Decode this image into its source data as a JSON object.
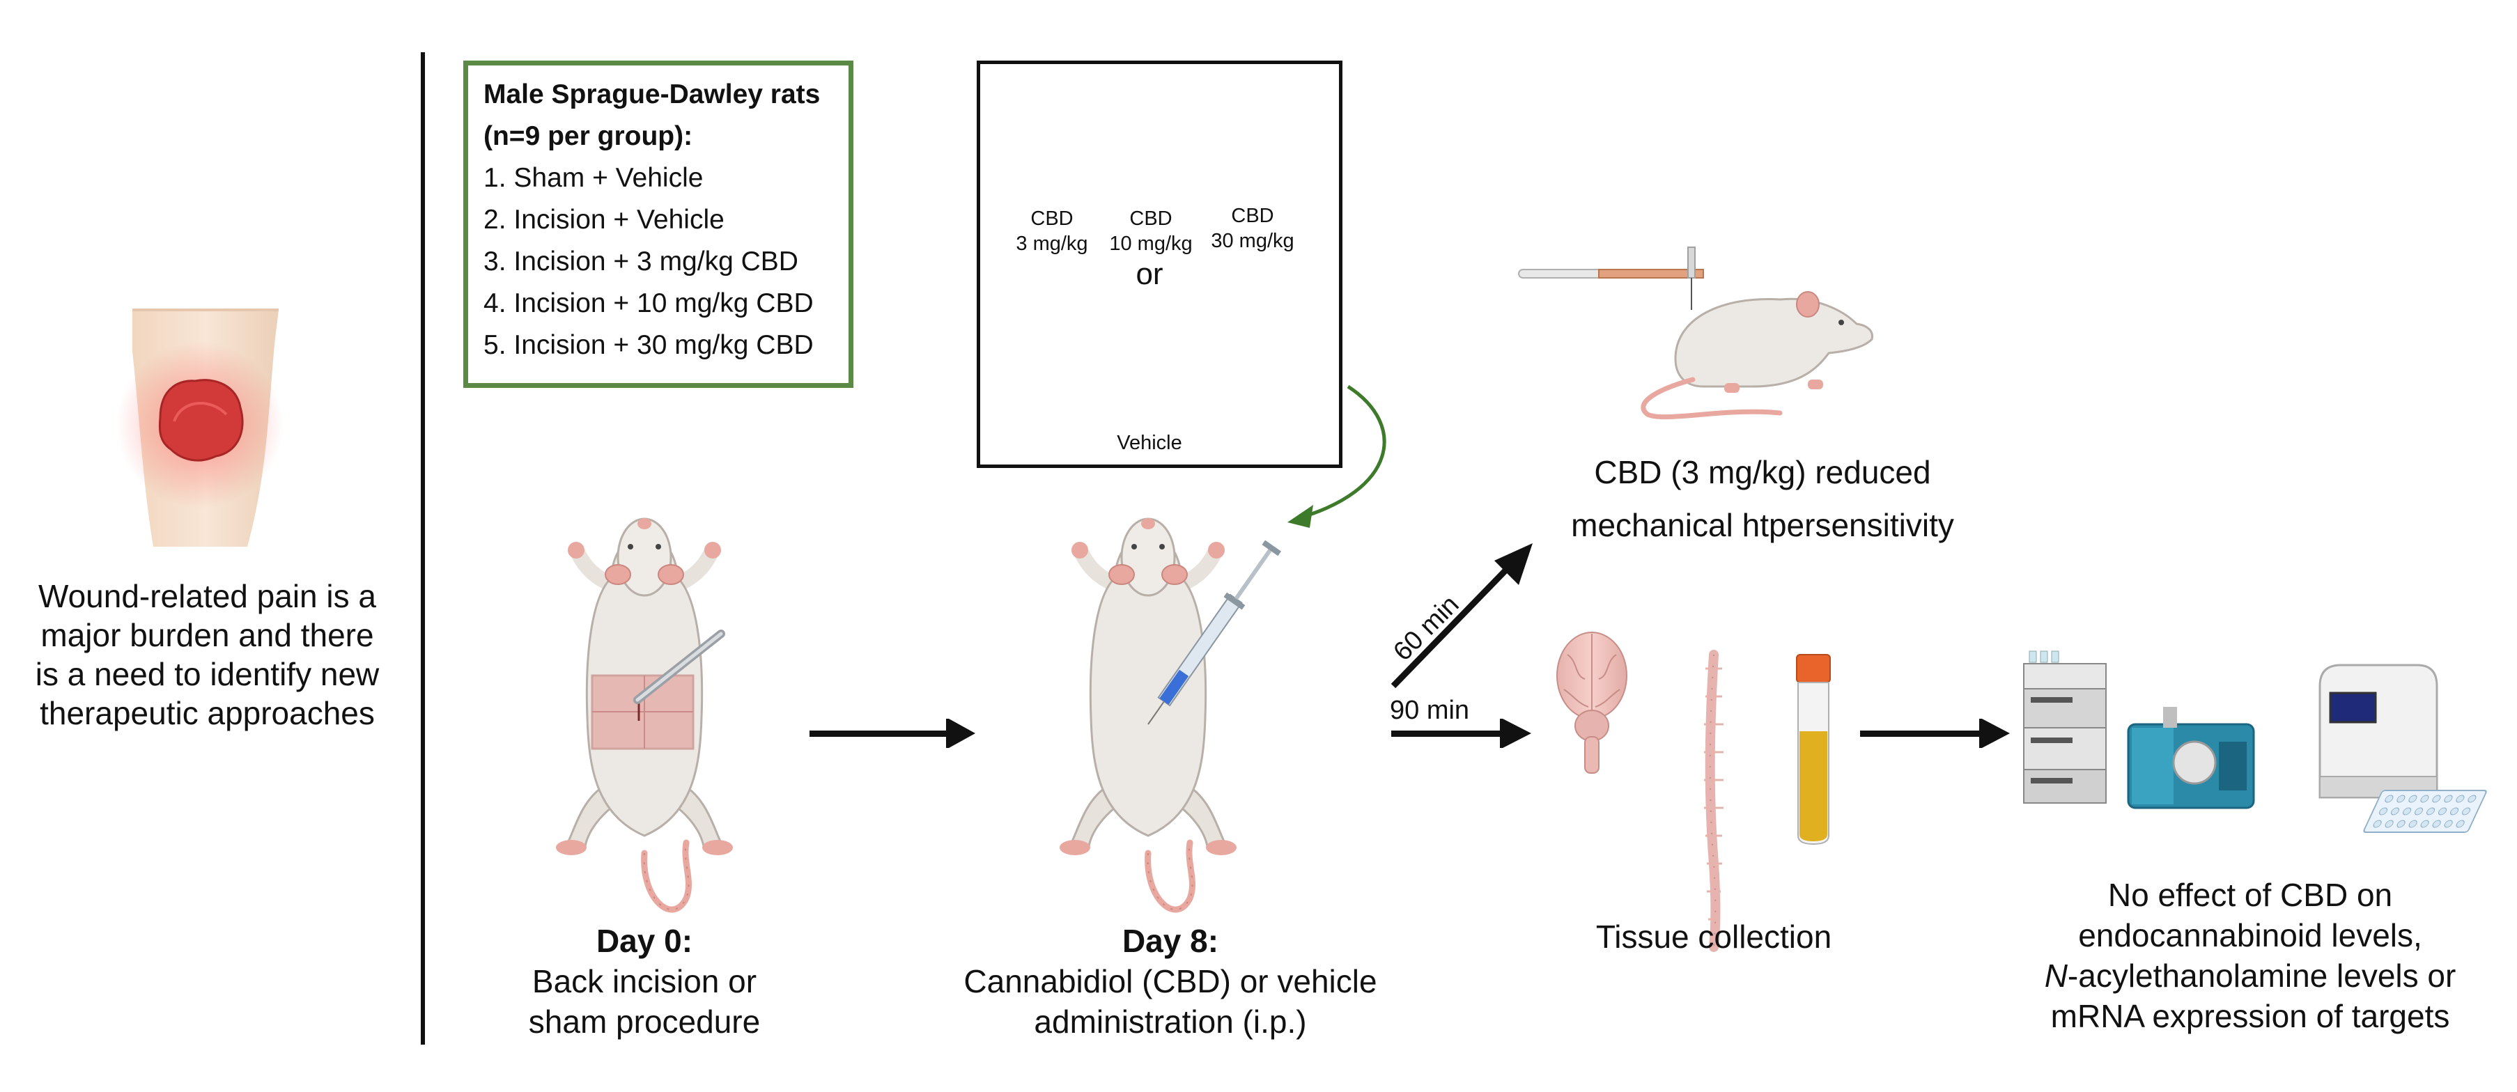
{
  "intro": {
    "text_lines": [
      "Wound-related pain is a",
      "major burden and there",
      "is a need to identify new",
      "therapeutic approaches"
    ]
  },
  "groups": {
    "title_line1": "Male Sprague-Dawley rats",
    "title_line2": "(n=9 per group):",
    "items": [
      "1. Sham + Vehicle",
      "2. Incision + Vehicle",
      "3. Incision + 3 mg/kg CBD",
      "4. Incision + 10 mg/kg CBD",
      "5. Incision + 30 mg/kg CBD"
    ]
  },
  "treatments": {
    "bottles": [
      {
        "name": "CBD",
        "dose": "3 mg/kg"
      },
      {
        "name": "CBD",
        "dose": "10 mg/kg"
      },
      {
        "name": "CBD",
        "dose": "30 mg/kg"
      }
    ],
    "or_label": "or",
    "vehicle_label": "Vehicle"
  },
  "day0": {
    "title": "Day 0:",
    "line1": "Back incision or",
    "line2": "sham procedure"
  },
  "day8": {
    "title": "Day 8:",
    "line1": "Cannabidiol (CBD) or vehicle",
    "line2": "administration (i.p.)"
  },
  "behavior": {
    "time_label": "60 min",
    "result_line1": "CBD (3 mg/kg) reduced",
    "result_line2": "mechanical htpersensitivity"
  },
  "tissue": {
    "time_label": "90 min",
    "label": "Tissue collection"
  },
  "outcome": {
    "line1": "No effect of CBD on",
    "line2": "endocannabinoid levels,",
    "line3_italic": "N",
    "line3_rest": "-acylethanolamine levels or",
    "line4": "mRNA expression of targets"
  },
  "colors": {
    "group_border": "#5a8a45",
    "bottle_cap": "#3f8a3a",
    "leaf": "#2f8a2f",
    "rat_body": "#ece8e3",
    "tail": "#e8a8a0",
    "wound": "#d23a3a",
    "arrow": "#111111",
    "green_arrow": "#3d7a2a",
    "tube_cap": "#e8642a",
    "tube_fluid": "#e0b020",
    "machine_blue": "#2a8aa8"
  },
  "icons": [
    "wound-knee-icon",
    "cbd-bottle-icon",
    "vehicle-bottle-icon",
    "rat-incision-icon",
    "rat-injection-icon",
    "von-frey-rat-icon",
    "brain-icon",
    "spinal-cord-icon",
    "blood-tube-icon",
    "lcms-instrument-icon",
    "qpcr-machine-icon"
  ]
}
